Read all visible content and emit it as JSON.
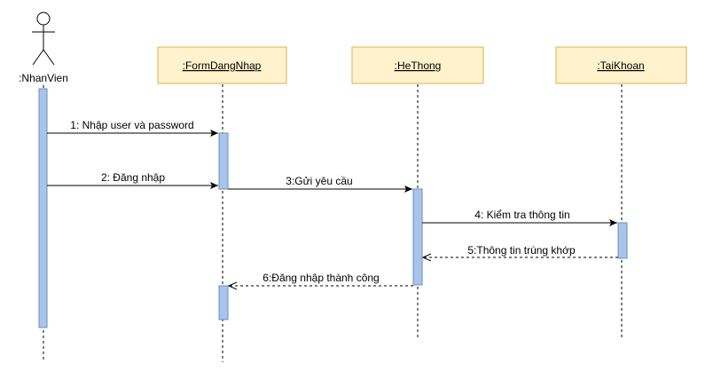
{
  "colors": {
    "participant_fill": "#fff2cc",
    "participant_stroke": "#d6b656",
    "activation_fill": "#a9c4eb",
    "activation_stroke": "#6c8ebf",
    "line": "#000000"
  },
  "actor": {
    "label": ":NhanVien",
    "icon": "stick-figure-icon"
  },
  "participants": [
    {
      "label": ":FormDangNhap"
    },
    {
      "label": ":HeThong"
    },
    {
      "label": ":TaiKhoan"
    }
  ],
  "messages": [
    {
      "label": "1: Nhập user và password",
      "from": "NhanVien",
      "to": "FormDangNhap",
      "type": "sync"
    },
    {
      "label": "2: Đăng nhập",
      "from": "NhanVien",
      "to": "FormDangNhap",
      "type": "sync"
    },
    {
      "label": "3:Gửi yêu cầu",
      "from": "FormDangNhap",
      "to": "HeThong",
      "type": "sync"
    },
    {
      "label": "4: Kiểm tra thông tin",
      "from": "HeThong",
      "to": "TaiKhoan",
      "type": "sync"
    },
    {
      "label": "5:Thông tin trùng khớp",
      "from": "TaiKhoan",
      "to": "HeThong",
      "type": "return"
    },
    {
      "label": "6:Đăng nhập thành công",
      "from": "HeThong",
      "to": "FormDangNhap",
      "type": "return"
    }
  ]
}
